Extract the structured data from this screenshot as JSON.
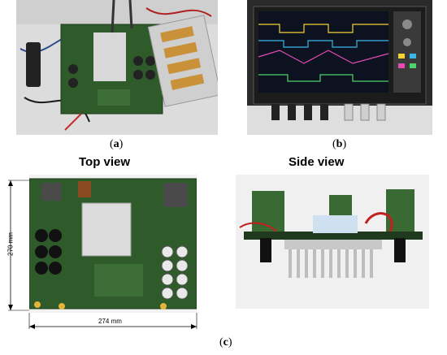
{
  "panels": {
    "a": {
      "caption_open": "(",
      "caption_letter": "a",
      "caption_close": ")"
    },
    "b": {
      "caption_open": "(",
      "caption_letter": "b",
      "caption_close": ")"
    },
    "c": {
      "caption_open": "(",
      "caption_letter": "c",
      "caption_close": ")",
      "top_view_title": "Top view",
      "side_view_title": "Side view",
      "height_label": "270 mm",
      "width_label": "274 mm"
    }
  },
  "colors": {
    "pcb_green": "#2f5a2a",
    "bench_white": "#e8e8e8",
    "scope_dark": "#1c1c1c"
  }
}
